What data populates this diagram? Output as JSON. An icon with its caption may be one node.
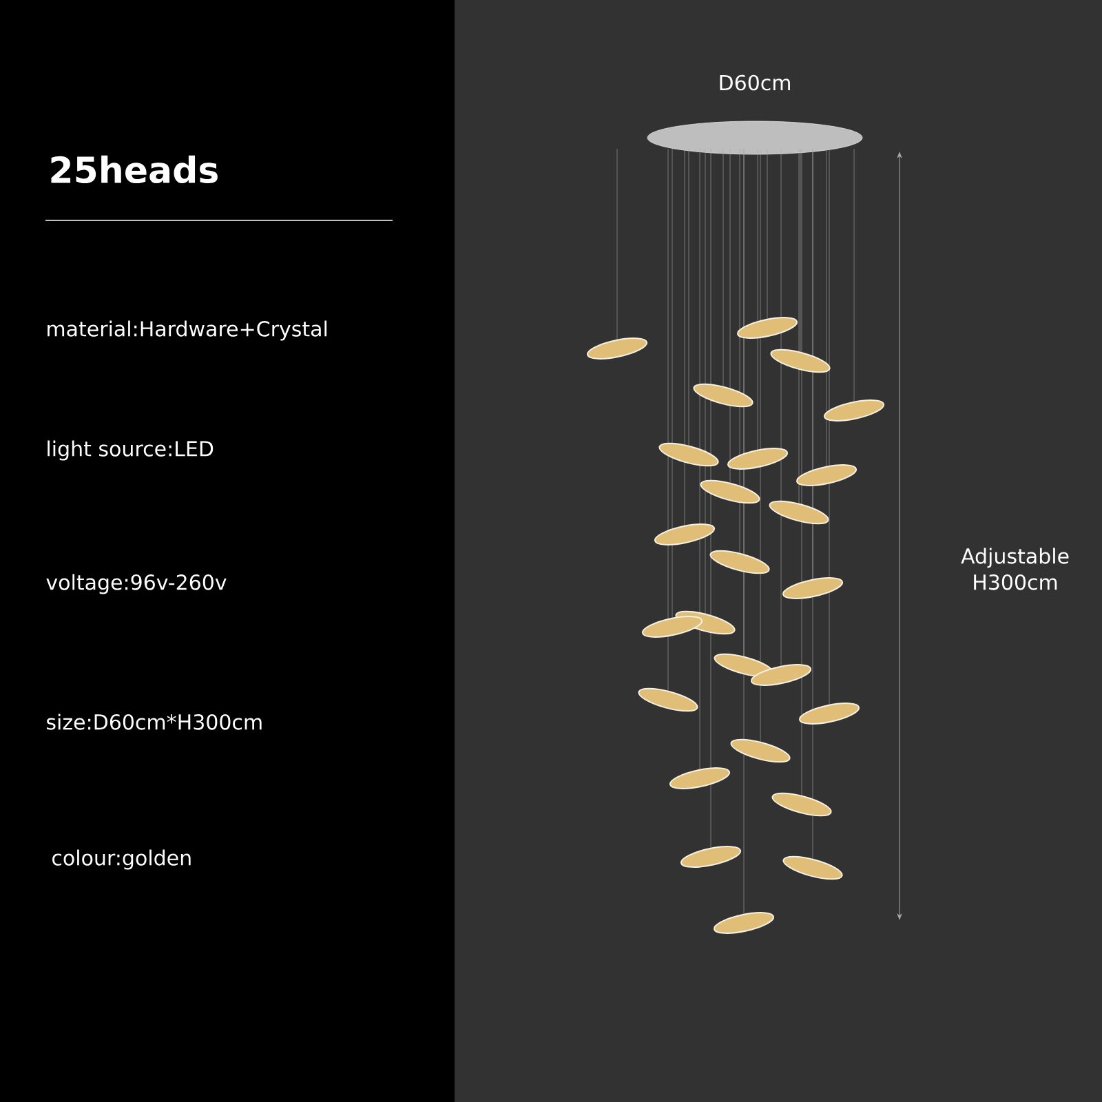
{
  "diagram": {
    "title": "25heads",
    "labels": [
      "material:Hardware+Crystal",
      "light source:LED",
      "voltage:96v-260v",
      "size:D60cm*H300cm",
      "colour:golden",
      "D60cm",
      "Adjustable H300cm"
    ]
  }
}
